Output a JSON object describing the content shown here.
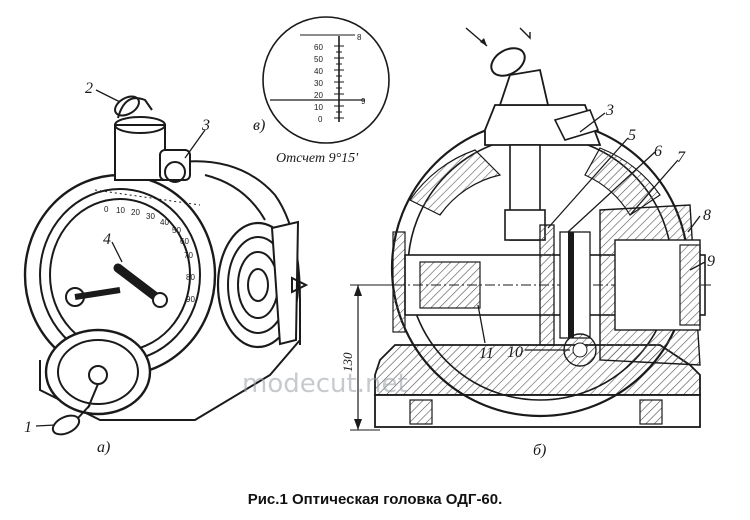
{
  "caption": "Рис.1 Оптическая головка ОДГ-60.",
  "watermark": "modecut.net",
  "views": {
    "a": "а)",
    "b": "б)",
    "v": "в)"
  },
  "reading": "Отсчет 9°15'",
  "scale": {
    "left_ticks": [
      "60",
      "50",
      "40",
      "30",
      "20",
      "10",
      "0"
    ],
    "right_top": "8",
    "right_mid": "9"
  },
  "dial_ticks": [
    "0",
    "10",
    "20",
    "30",
    "40",
    "50",
    "60",
    "70",
    "80",
    "90"
  ],
  "dimension": "130",
  "callouts": [
    "1",
    "2",
    "3",
    "4",
    "3",
    "5",
    "6",
    "7",
    "8",
    "9",
    "10",
    "11"
  ],
  "colors": {
    "ink": "#1a1a1a",
    "hatch": "#555555",
    "watermark": "#9aa0a6"
  }
}
